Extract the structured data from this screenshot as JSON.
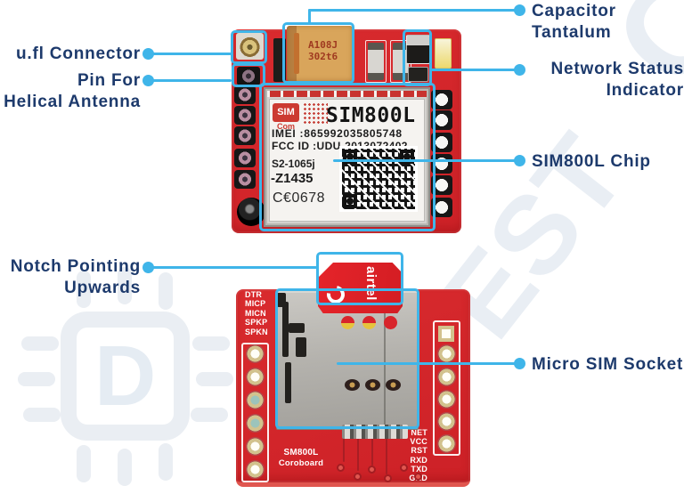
{
  "palette": {
    "accent_cyan": "#3fb5e9",
    "label_navy": "#1d3a6c",
    "board_red": "#d7282c",
    "sim_card_red": "#e22026",
    "capacitor_tan": "#d9a55b"
  },
  "callouts": {
    "ufl": "u.fl Connector",
    "pin_l1": "Pin For",
    "pin_l2": "Helical Antenna",
    "cap_l1": "Capacitor",
    "cap_l2": "Tantalum",
    "net_l1": "Network Status",
    "net_l2": "Indicator",
    "chip": "SIM800L Chip",
    "notch_l1": "Notch Pointing",
    "notch_l2": "Upwards",
    "socket": "Micro SIM Socket"
  },
  "top_board": {
    "capacitor": {
      "line1": "A108J",
      "line2": "302t6"
    },
    "chip": {
      "brand_sim": "SIM",
      "brand_com": "Com",
      "model": "SIM800L",
      "imei": "IMEI :865992035805748",
      "fcc": "FCC ID :UDU-2013072402",
      "code1": "S2-1065j",
      "code2": "-Z1435",
      "ce": "C€0678"
    }
  },
  "bottom_board": {
    "left_pins": [
      "DTR",
      "MICP",
      "MICN",
      "SPKP",
      "SPKN"
    ],
    "right_pins": [
      "NET",
      "VCC",
      "RST",
      "RXD",
      "TXD",
      "GND"
    ],
    "silk1": "SM800L",
    "silk2": "Coroboard",
    "sim_card_brand": "airtel"
  },
  "watermark": {
    "top": "CU",
    "mid": "EST",
    "chip_letter": "D"
  }
}
